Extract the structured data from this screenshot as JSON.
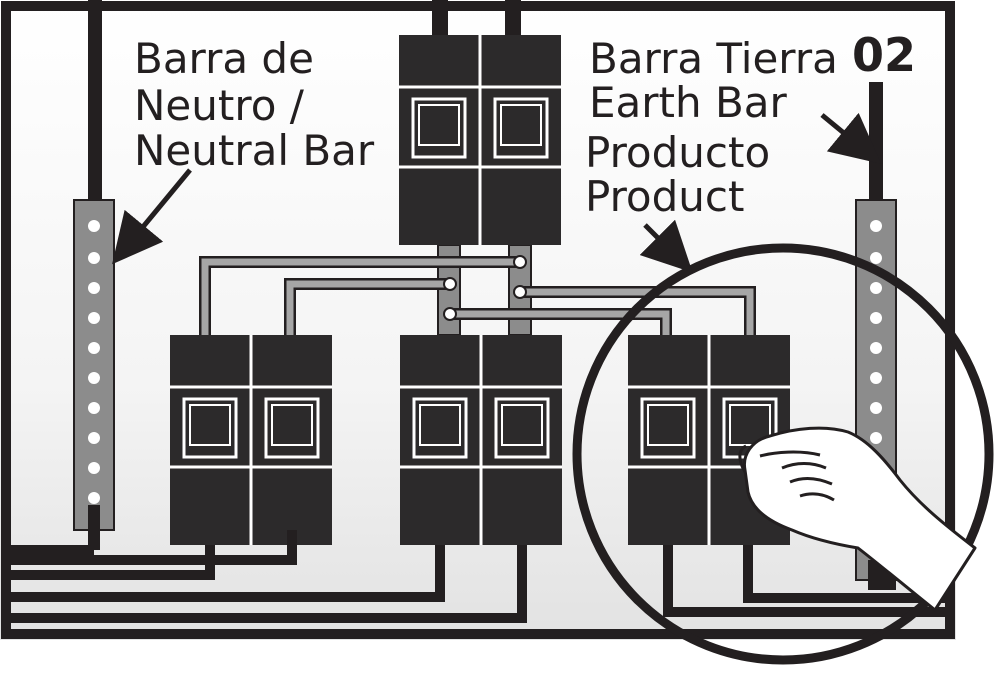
{
  "labels": {
    "neutral_bar_es": "Barra de",
    "neutral_bar_es2": "Neutro /",
    "neutral_bar_en": "Neutral Bar",
    "earth_bar_es": "Barra Tierra",
    "earth_bar_en": "Earth Bar",
    "product_es": "Producto",
    "product_en": "Product",
    "step_number": "02"
  },
  "colors": {
    "panel_fill": "#f2f2f2",
    "frame": "#231f20",
    "breaker_body": "#2c2a2b",
    "bus_bar": "#8c8c8c",
    "wire_grey": "#a6a6a6"
  },
  "icons": [
    "neutral-bar-icon",
    "earth-bar-icon",
    "main-breaker-icon",
    "branch-breaker-icon",
    "hand-icon",
    "arrow-icon",
    "magnify-circle-icon"
  ]
}
